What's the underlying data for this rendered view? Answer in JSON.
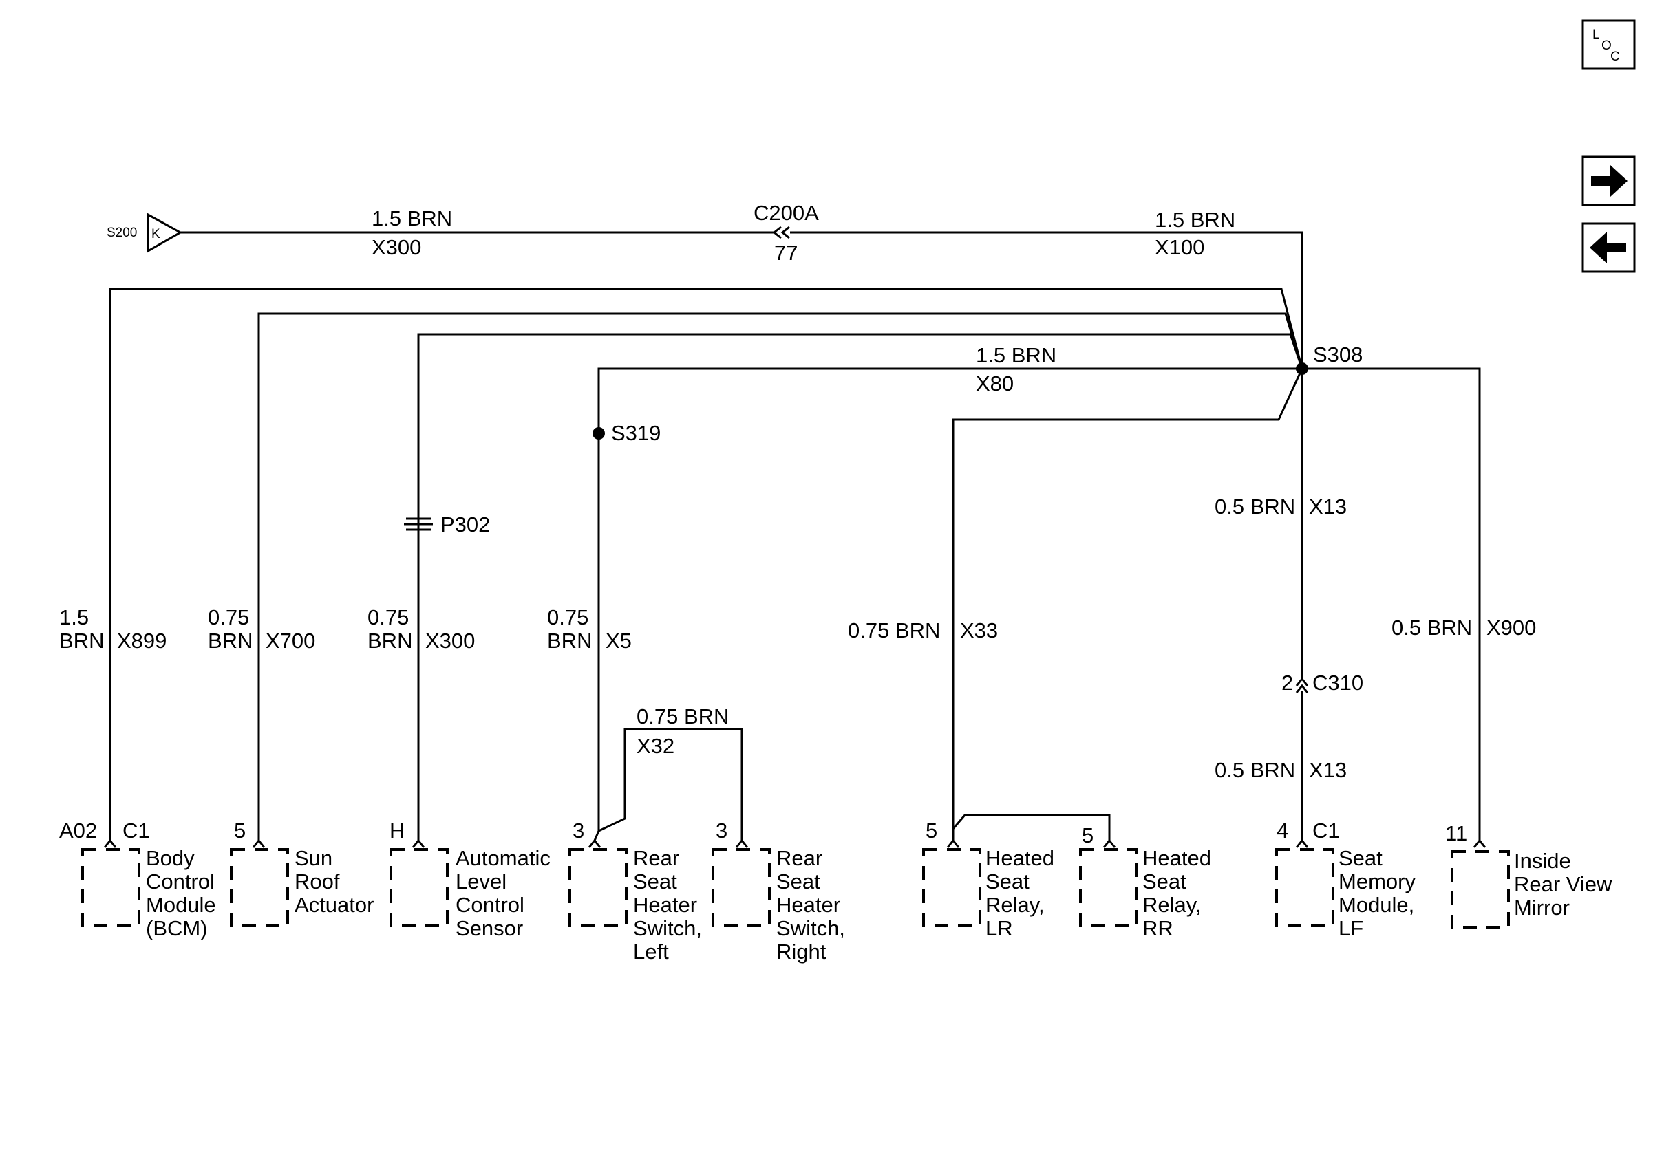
{
  "nav": {
    "loc_icon": "loc-icon",
    "loc_text_top": "L",
    "loc_text_mid": "O",
    "loc_text_bot": "C",
    "forward_icon": "arrow-right-icon",
    "back_icon": "arrow-left-icon"
  },
  "source": {
    "splice_label": "S200",
    "terminal": "K"
  },
  "top_wire": {
    "left_gauge": "1.5 BRN",
    "left_circuit": "X300",
    "connector": "C200A",
    "connector_pin": "77",
    "right_gauge": "1.5 BRN",
    "right_circuit": "X100"
  },
  "splices": {
    "s308": "S308",
    "s319": "S319",
    "p302": "P302"
  },
  "horizontal_labels": {
    "x80_gauge": "1.5 BRN",
    "x80_circuit": "X80",
    "x32_gauge": "0.75 BRN",
    "x32_circuit": "X32"
  },
  "branches": [
    {
      "gauge_line1": "1.5",
      "gauge_line2": "BRN",
      "circuit": "X899"
    },
    {
      "gauge_line1": "0.75",
      "gauge_line2": "BRN",
      "circuit": "X700"
    },
    {
      "gauge_line1": "0.75",
      "gauge_line2": "BRN",
      "circuit": "X300"
    },
    {
      "gauge_line1": "0.75",
      "gauge_line2": "BRN",
      "circuit": "X5"
    },
    {
      "gauge": "0.75 BRN",
      "circuit": "X33"
    },
    {
      "gauge": "0.5 BRN",
      "circuit": "X13"
    },
    {
      "gauge": "0.5 BRN",
      "circuit": "X900"
    }
  ],
  "c310": {
    "pin": "2",
    "connector": "C310",
    "lower_gauge": "0.5 BRN",
    "lower_circuit": "X13"
  },
  "components": [
    {
      "pin": "A02",
      "connector": "C1",
      "lines": [
        "Body",
        "Control",
        "Module",
        "(BCM)"
      ]
    },
    {
      "pin": "5",
      "connector": "",
      "lines": [
        "Sun",
        "Roof",
        "Actuator"
      ]
    },
    {
      "pin": "H",
      "connector": "",
      "lines": [
        "Automatic",
        "Level",
        "Control",
        "Sensor"
      ]
    },
    {
      "pin": "3",
      "connector": "",
      "lines": [
        "Rear",
        "Seat",
        "Heater",
        "Switch,",
        "Left"
      ]
    },
    {
      "pin": "3",
      "connector": "",
      "lines": [
        "Rear",
        "Seat",
        "Heater",
        "Switch,",
        "Right"
      ]
    },
    {
      "pin": "5",
      "connector": "",
      "lines": [
        "Heated",
        "Seat",
        "Relay,",
        "LR"
      ]
    },
    {
      "pin": "5",
      "connector": "",
      "lines": [
        "Heated",
        "Seat",
        "Relay,",
        "RR"
      ]
    },
    {
      "pin": "4",
      "connector": "C1",
      "lines": [
        "Seat",
        "Memory",
        "Module,",
        "LF"
      ]
    },
    {
      "pin": "11",
      "connector": "",
      "lines": [
        "Inside",
        "Rear View",
        "Mirror"
      ]
    }
  ]
}
